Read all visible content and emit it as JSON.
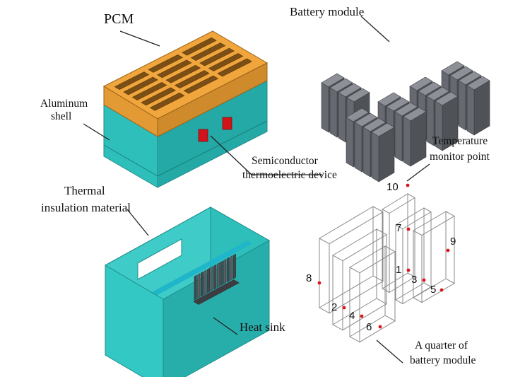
{
  "labels": {
    "pcm": "PCM",
    "battery_module": "Battery module",
    "aluminum_shell_line1": "Aluminum",
    "aluminum_shell_line2": "shell",
    "semiconductor_line1": "Semiconductor",
    "semiconductor_line2": "thermoelectric device",
    "thermal_line1": "Thermal",
    "thermal_line2": "insulation material",
    "temperature_line1": "Temperature",
    "temperature_line2": "monitor point",
    "heat_sink": "Heat sink",
    "quarter_line1": "A quarter of",
    "quarter_line2": "battery module"
  },
  "monitor_points": [
    "1",
    "2",
    "3",
    "4",
    "5",
    "6",
    "7",
    "8",
    "9",
    "10"
  ],
  "colors": {
    "pcm_top": "#f0a63c",
    "pcm_front": "#e39a35",
    "pcm_side": "#cf8a2c",
    "pcm_slot": "#7a4e14",
    "shell_front": "#34c8c4",
    "shell_side": "#27aeab",
    "shell_inner": "#6fdedb",
    "thermoelectric": "#d0141a",
    "battery_front": "#666a70",
    "battery_side": "#4f5257",
    "battery_top": "#8d9096",
    "monitor_point": "#e0141b"
  }
}
